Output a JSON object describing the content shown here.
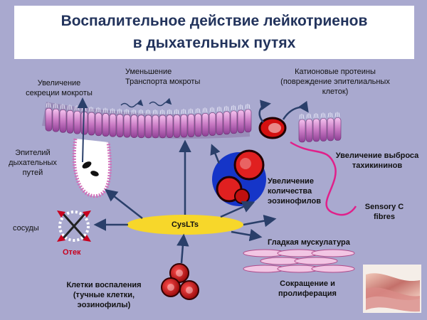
{
  "title": {
    "line1": "Воспалительное действие лейкотриенов",
    "line2": "в дыхательных путях"
  },
  "labels": {
    "sputum_secretion": [
      "Увеличение",
      "секреции мокроты"
    ],
    "sputum_transport": [
      "Уменьшение",
      "Транспорта мокроты"
    ],
    "cationic_proteins": [
      "Катионовые протеины",
      "(повреждение эпителиальных",
      "клеток)"
    ],
    "epithelium": [
      "Эпителий",
      "дыхательных",
      "путей"
    ],
    "tachykinins": [
      "Увеличение выброса",
      "тахикининов"
    ],
    "eosinophils": [
      "Увеличение",
      "количества",
      "эозинофилов"
    ],
    "sensory": [
      "Sensory C",
      "fibres"
    ],
    "vessels": "сосуды",
    "edema": "Отек",
    "cyslts": "CysLTs",
    "smooth_muscle": "Гладкая мускулатура",
    "contraction": [
      "Сокращение и",
      "пролиферация"
    ],
    "inflammatory_cells": [
      "Клетки воспаления",
      "(тучные клетки,",
      "эозинофилы)"
    ]
  },
  "colors": {
    "background": "#a9a9cf",
    "title_text": "#22335c",
    "cyslts_ellipse": "#f7d72a",
    "arrow": "#2a3f6a",
    "edema_text": "#c8001e",
    "cilia_cells": "#cc88cc",
    "nerve_fibre": "#e0208a"
  }
}
